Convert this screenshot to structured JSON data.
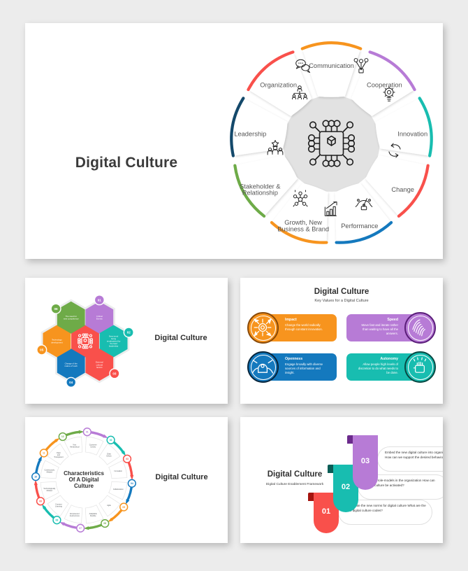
{
  "hero": {
    "title": "Digital Culture",
    "petals": [
      {
        "label": "Communication",
        "color": "#f7941e",
        "icon": "chat-bubbles-icon"
      },
      {
        "label": "Cooperation",
        "color": "#b77bd6",
        "icon": "teamwork-icon"
      },
      {
        "label": "Innovation",
        "color": "#18bdb0",
        "icon": "lightbulb-gear-icon"
      },
      {
        "label": "Change",
        "color": "#f9504b",
        "icon": "refresh-cycle-icon"
      },
      {
        "label": "Performance",
        "color": "#1479be",
        "icon": "speedometer-icon"
      },
      {
        "label": "Growth, New\nBusiness & Brand",
        "color": "#f7941e",
        "icon": "bar-chart-arrow-icon"
      },
      {
        "label": "Stakeholder &\nRelationship",
        "color": "#6eab48",
        "icon": "network-nodes-icon"
      },
      {
        "label": "Leadership",
        "color": "#14496b",
        "icon": "leader-team-icon"
      },
      {
        "label": "Organization",
        "color": "#f9504b",
        "icon": "org-chart-icon"
      }
    ],
    "center_icon": "cpu-chip-icon"
  },
  "hexagons": {
    "title": "Digital Culture",
    "center_icon": "network-cluster-icon",
    "items": [
      {
        "num": "01",
        "label": "Critical Events",
        "color": "#b77bd6"
      },
      {
        "num": "02",
        "label": "New trend being emphasized by the lead leadership",
        "color": "#18bdb0"
      },
      {
        "num": "03",
        "label": "External cultural factors",
        "color": "#f9504b"
      },
      {
        "num": "04",
        "label": "Change of the nature of work",
        "color": "#1479be"
      },
      {
        "num": "05",
        "label": "Technology development",
        "color": "#f7941e"
      },
      {
        "num": "06",
        "label": "The need for new competence",
        "color": "#6eab48"
      }
    ]
  },
  "keyvalues": {
    "title": "Digital Culture",
    "subtitle": "Key Values for a Digital Culture",
    "cards": [
      {
        "heading": "Impact",
        "text": "Change the world radically through constant innovation.",
        "color": "#f7941e",
        "ring": "#8a4a08",
        "icon": "impact-burst-icon",
        "icon_side": "left"
      },
      {
        "heading": "Speed",
        "text": "Move fast and iterate rather than waiting to have all the answers.",
        "color": "#b77bd6",
        "ring": "#5b1e7a",
        "icon": "fingerprint-icon",
        "icon_side": "right"
      },
      {
        "heading": "Openness",
        "text": "Engage broadly with diverse sources of information and insight.",
        "color": "#1479be",
        "ring": "#07263d",
        "icon": "open-mind-icon",
        "icon_side": "left"
      },
      {
        "heading": "Autonomy",
        "text": "Allow people high levels of discretion to do what needs to be done.",
        "color": "#18bdb0",
        "ring": "#084a44",
        "icon": "raised-fist-icon",
        "icon_side": "right"
      }
    ]
  },
  "circular": {
    "title": "Digital Culture",
    "center_heading": "Characteristics\nOf A Digital\nCulture",
    "center_lines": [
      "Characteristics",
      "Of A Digital",
      "Culture"
    ],
    "items": [
      {
        "num": "01",
        "label": "Customer Centric",
        "color": "#b77bd6"
      },
      {
        "num": "02",
        "label": "Data Driven",
        "color": "#18bdb0"
      },
      {
        "num": "03",
        "label": "Innovation",
        "color": "#f9504b"
      },
      {
        "num": "04",
        "label": "Collaboration",
        "color": "#1479be"
      },
      {
        "num": "05",
        "label": "Agile",
        "color": "#f7941e"
      },
      {
        "num": "06",
        "label": "Adaptable Flexible",
        "color": "#6eab48"
      },
      {
        "num": "07",
        "label": "Empowered Autonomous",
        "color": "#b77bd6"
      },
      {
        "num": "08",
        "label": "Connect Learning",
        "color": "#18bdb0"
      },
      {
        "num": "09",
        "label": "Technologically Minded",
        "color": "#f9504b"
      },
      {
        "num": "10",
        "label": "Continuously Minded",
        "color": "#1479be"
      },
      {
        "num": "11",
        "label": "Open and Transparent",
        "color": "#f7941e"
      },
      {
        "num": "12",
        "label": "Non Hierarchical",
        "color": "#6eab48"
      }
    ]
  },
  "ribbons": {
    "title": "Digital Culture",
    "subtitle": "Digital Culture Enablement Framework",
    "items": [
      {
        "num": "01",
        "text": "Designate the new norms for digital culture What are the new digital culture codes?",
        "color": "#f9504b",
        "fold": "#a5140f"
      },
      {
        "num": "02",
        "text": "Activate role-models in the organization How can digital culture be activated?",
        "color": "#18bdb0",
        "fold": "#0b5d56"
      },
      {
        "num": "03",
        "text": "Embed the new digital culture into organizational DNA How can we support the desired behaviors?",
        "color": "#b77bd6",
        "fold": "#6b2a8c"
      }
    ]
  }
}
